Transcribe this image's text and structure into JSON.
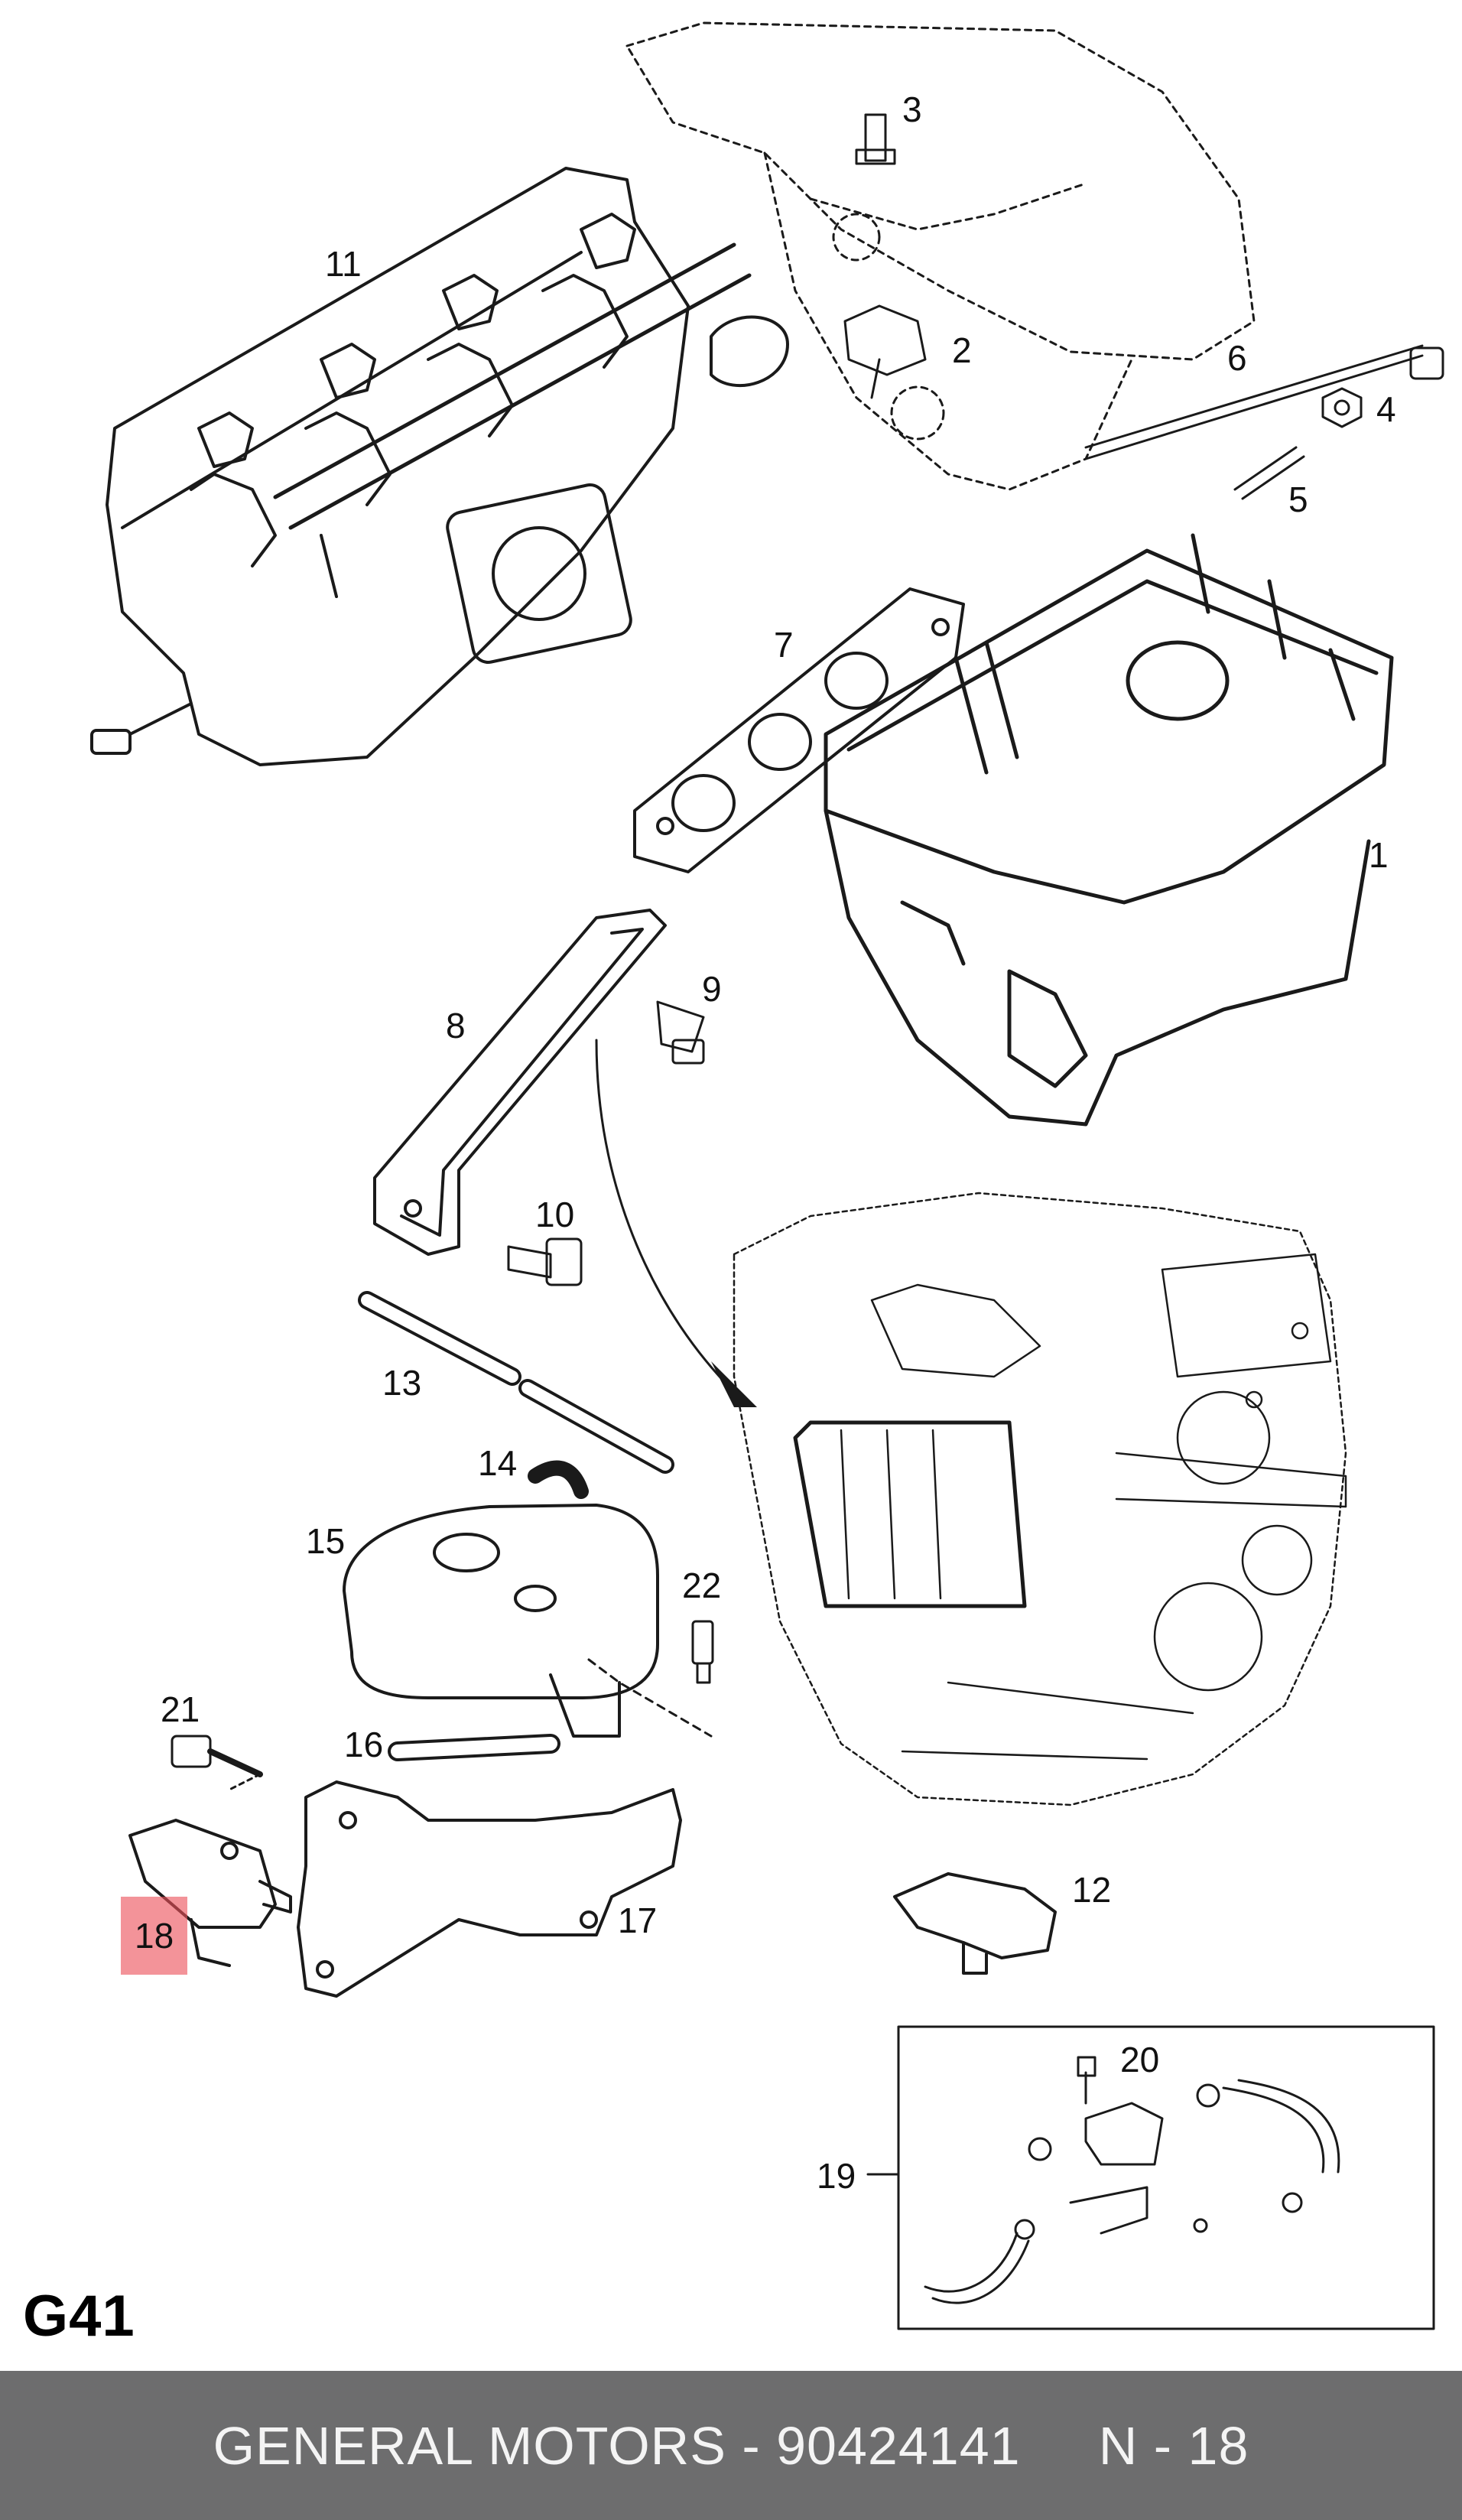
{
  "diagram": {
    "code": "G41",
    "callouts": [
      {
        "id": "1",
        "label": "1"
      },
      {
        "id": "2",
        "label": "2"
      },
      {
        "id": "3",
        "label": "3"
      },
      {
        "id": "4",
        "label": "4"
      },
      {
        "id": "5",
        "label": "5"
      },
      {
        "id": "6",
        "label": "6"
      },
      {
        "id": "7",
        "label": "7"
      },
      {
        "id": "8",
        "label": "8"
      },
      {
        "id": "9",
        "label": "9"
      },
      {
        "id": "10",
        "label": "10"
      },
      {
        "id": "11",
        "label": "11"
      },
      {
        "id": "12",
        "label": "12"
      },
      {
        "id": "13",
        "label": "13"
      },
      {
        "id": "14",
        "label": "14"
      },
      {
        "id": "15",
        "label": "15"
      },
      {
        "id": "16",
        "label": "16"
      },
      {
        "id": "17",
        "label": "17"
      },
      {
        "id": "18",
        "label": "18",
        "highlighted": true
      },
      {
        "id": "19",
        "label": "19"
      },
      {
        "id": "20",
        "label": "20"
      },
      {
        "id": "21",
        "label": "21"
      },
      {
        "id": "22",
        "label": "22"
      }
    ],
    "highlight_color": "#eb505a"
  },
  "footer": {
    "text": "GENERAL MOTORS - 90424141     N - 18",
    "background": "#6d6d6e"
  }
}
